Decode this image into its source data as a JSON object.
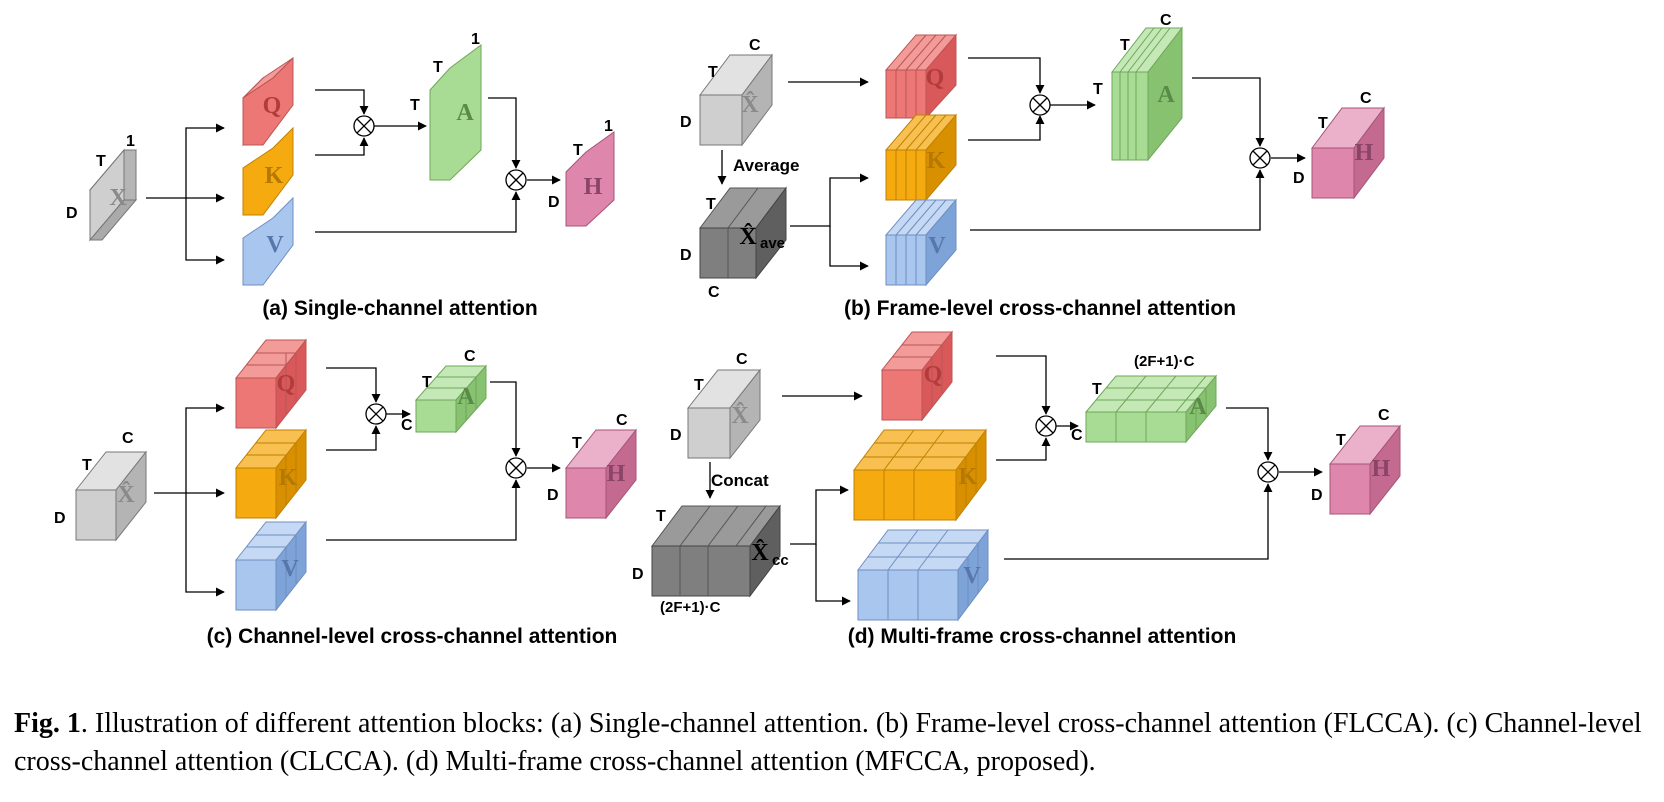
{
  "colors": {
    "red": "#ec7775",
    "red_side": "#d9585a",
    "yellow": "#f5aa10",
    "yellow_side": "#d89000",
    "blue": "#a9c6ef",
    "blue_side": "#7ea3d8",
    "green": "#a8dc94",
    "green_side": "#86c26f",
    "pink": "#df86ad",
    "pink_side": "#c4698f",
    "gray": "#cfcfcf",
    "gray_side": "#a8a8a8",
    "dark": "#7f7f7f",
    "dark_side": "#5b5b5b",
    "letter": "#8a8a8a"
  },
  "panels": {
    "a": {
      "label": "(a) Single-channel attention",
      "X": "X",
      "Q": "Q",
      "K": "K",
      "V": "V",
      "A": "A",
      "H": "H",
      "dims": {
        "x_T": "T",
        "x_D": "D",
        "x_1": "1",
        "a_T1": "T",
        "a_T2": "T",
        "a_1": "1",
        "h_T": "T",
        "h_D": "D",
        "h_1": "1"
      }
    },
    "b": {
      "label": "(b) Frame-level cross-channel attention",
      "X": "X̂",
      "Xave": "X̂",
      "Xave_sub": "ave",
      "Q": "Q",
      "K": "K",
      "V": "V",
      "A": "A",
      "H": "H",
      "average": "Average",
      "dims": {
        "x_T": "T",
        "x_D": "D",
        "x_C": "C",
        "xa_T": "T",
        "xa_D": "D",
        "xa_C": "C",
        "a_T1": "T",
        "a_T2": "T",
        "a_C": "C",
        "h_T": "T",
        "h_D": "D",
        "h_C": "C"
      }
    },
    "c": {
      "label": "(c) Channel-level cross-channel attention",
      "X": "X̂",
      "Q": "Q",
      "K": "K",
      "V": "V",
      "A": "A",
      "H": "H",
      "dims": {
        "x_T": "T",
        "x_D": "D",
        "x_C": "C",
        "a_T": "T",
        "a_C1": "C",
        "a_C2": "C",
        "h_T": "T",
        "h_D": "D",
        "h_C": "C"
      }
    },
    "d": {
      "label": "(d) Multi-frame cross-channel attention",
      "X": "X̂",
      "Xcc": "X̂",
      "Xcc_sub": "cc",
      "Q": "Q",
      "K": "K",
      "V": "V",
      "A": "A",
      "H": "H",
      "concat": "Concat",
      "dims": {
        "x_T": "T",
        "x_D": "D",
        "x_C": "C",
        "xc_T": "T",
        "xc_D": "D",
        "xc_F": "(2F+1)·C",
        "a_T": "T",
        "a_F": "(2F+1)·C",
        "a_C": "C",
        "h_T": "T",
        "h_D": "D",
        "h_C": "C"
      }
    }
  },
  "caption": {
    "bold": "Fig. 1",
    "text": ".  Illustration of different attention blocks: (a) Single-channel attention. (b) Frame-level cross-channel attention (FLCCA). (c) Channel-level cross-channel attention (CLCCA). (d) Multi-frame cross-channel attention (MFCCA, proposed)."
  }
}
